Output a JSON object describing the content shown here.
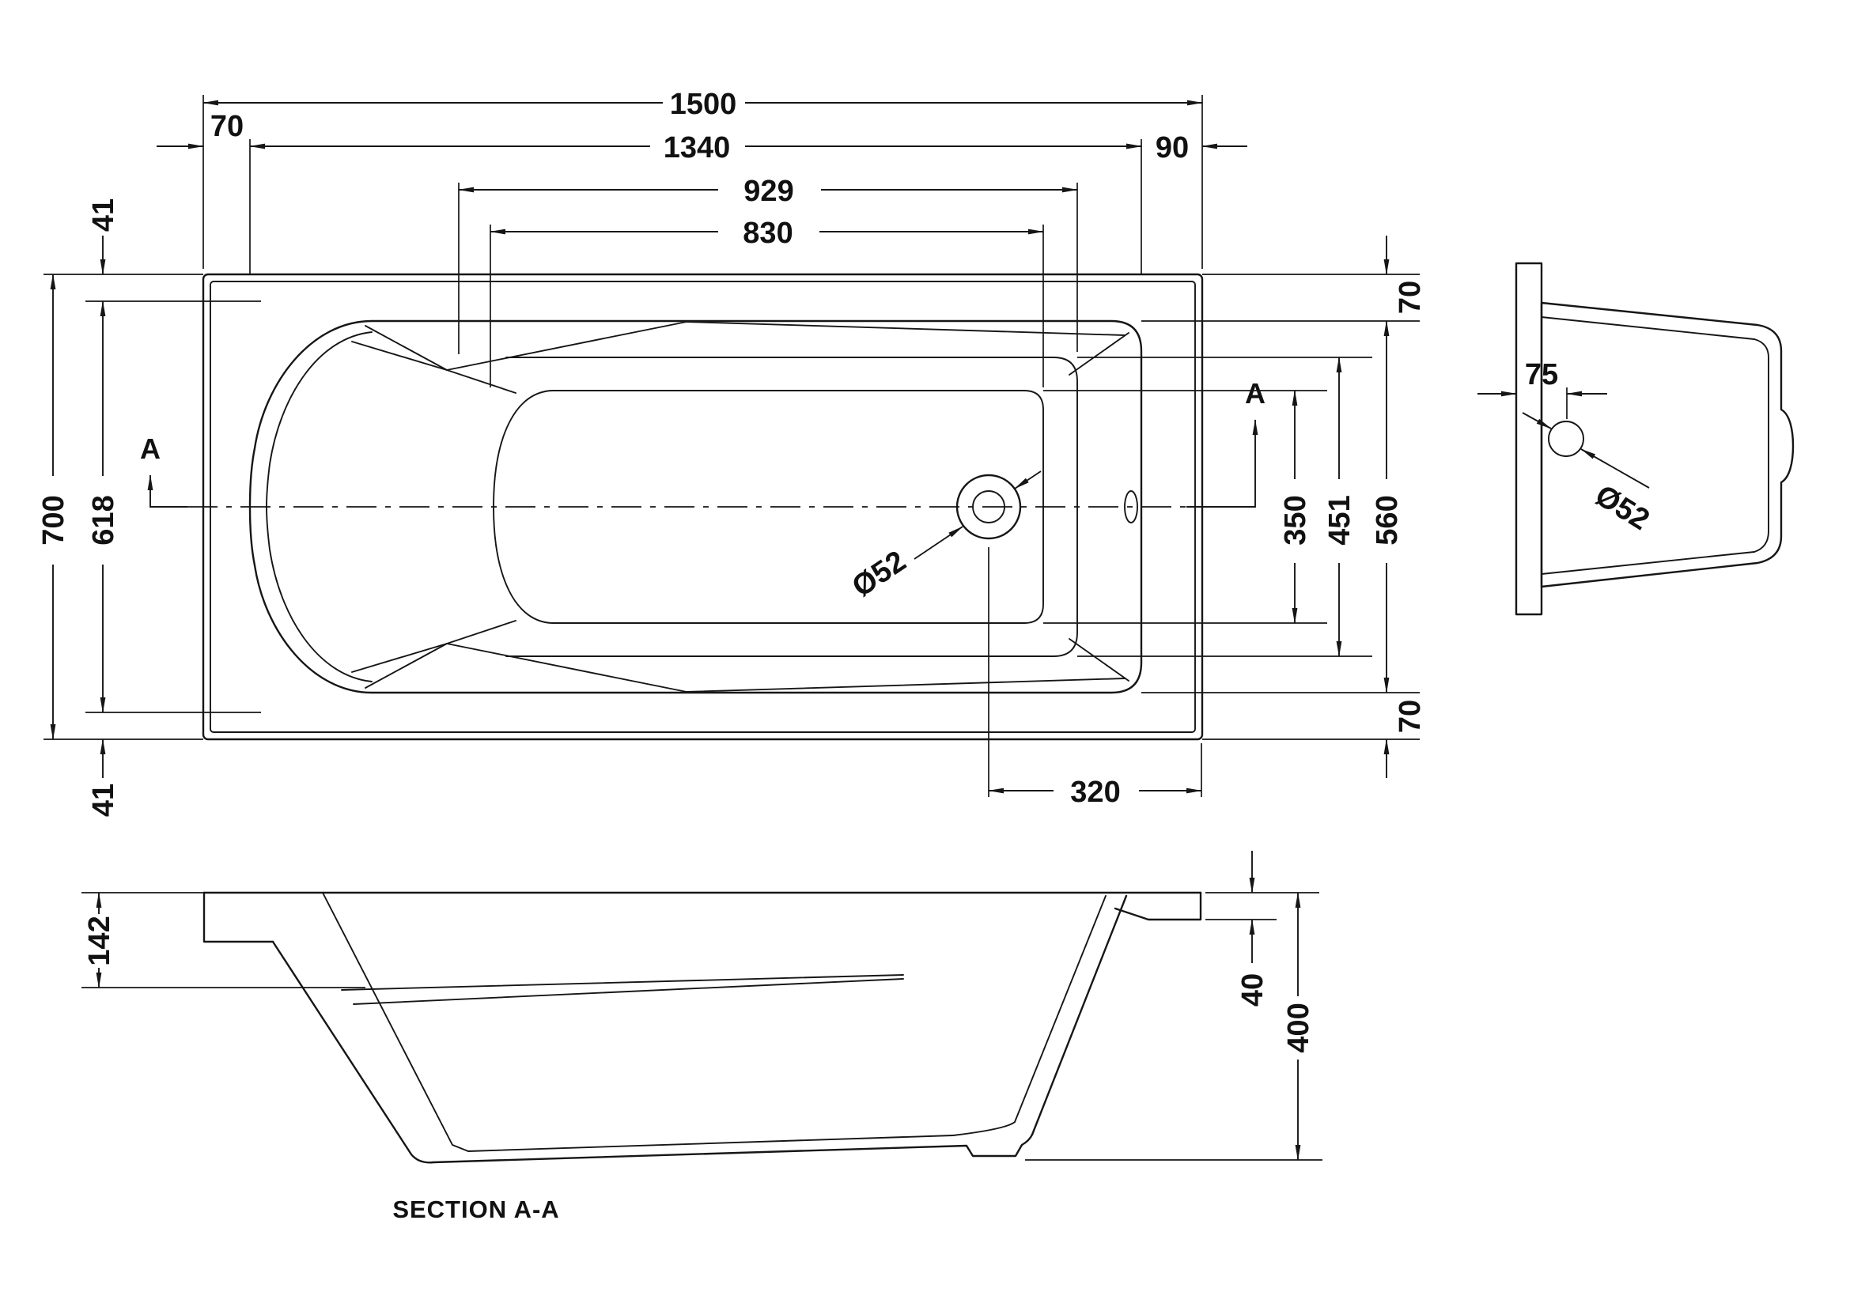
{
  "drawing_title": "SECTION A-A",
  "plan": {
    "horizontal_dims": {
      "overall_length": "1500",
      "left_rim": "70",
      "opening_length": "1340",
      "right_rim": "90",
      "upper_length": "929",
      "floor_length": "830",
      "drain_offset": "320"
    },
    "vertical_dims_left": {
      "overall_width": "700",
      "inner_width": "618",
      "margin_top": "41",
      "margin_bottom": "41"
    },
    "vertical_dims_right": {
      "rim_top": "70",
      "floor_width": "350",
      "mid_width": "451",
      "opening_width": "560",
      "rim_bottom": "70"
    },
    "drain_diameter": "Ø52",
    "section_marker": "A"
  },
  "end_view": {
    "drain_offset": "75",
    "drain_diameter": "Ø52"
  },
  "section_view": {
    "title": "SECTION A-A",
    "head_height": "142",
    "rim_thickness": "40",
    "total_depth": "400"
  },
  "colors": {
    "line": "#161616",
    "background": "#ffffff"
  }
}
